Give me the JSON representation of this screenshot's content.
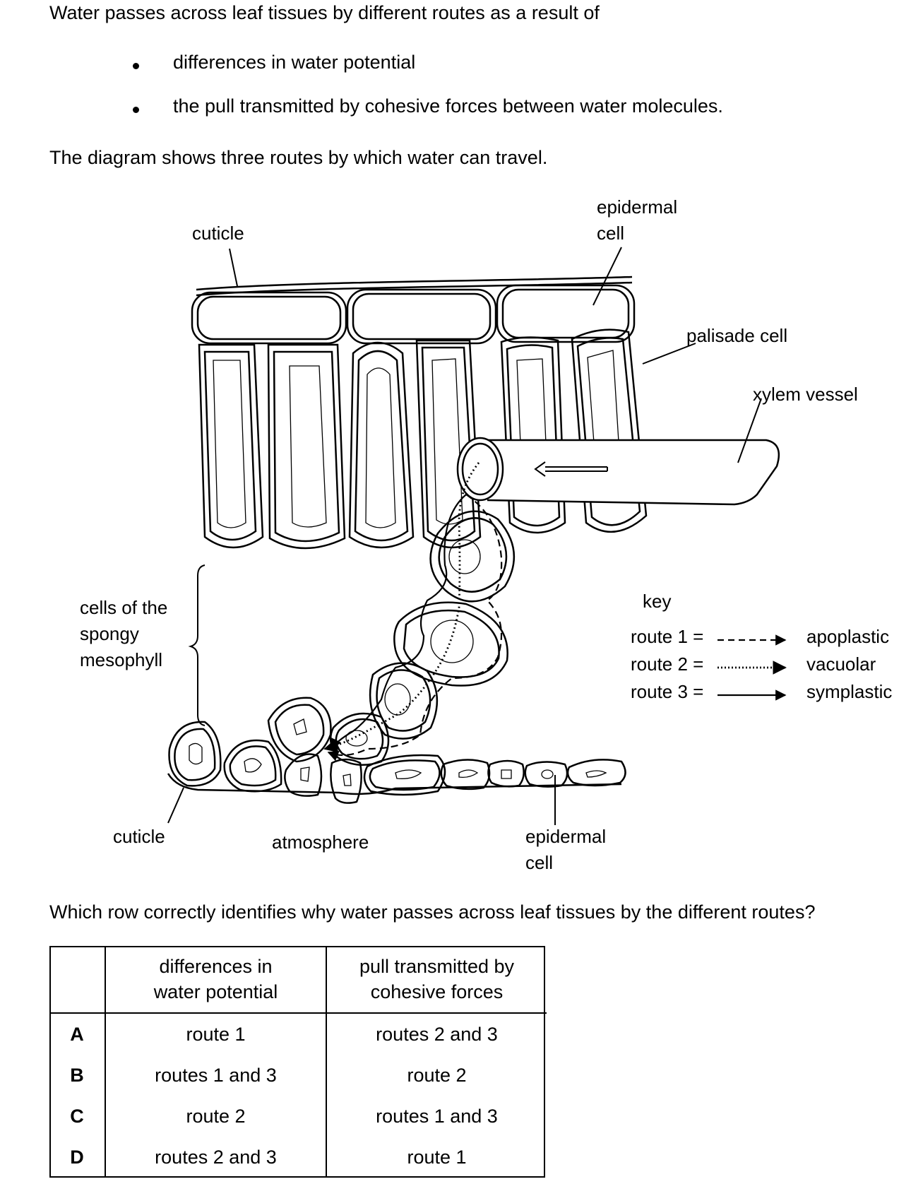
{
  "intro": {
    "lead": "Water passes across leaf tissues by different routes as a result of",
    "bullets": [
      "differences in water potential",
      "the pull transmitted by cohesive forces between water molecules."
    ],
    "diagram_caption": "The diagram shows three routes by which water can travel."
  },
  "diagram": {
    "labels": {
      "cuticle_top": "cuticle",
      "epidermal_top_1": "epidermal",
      "epidermal_top_2": "cell",
      "palisade": "palisade cell",
      "xylem": "xylem vessel",
      "spongy_1": "cells of the",
      "spongy_2": "spongy",
      "spongy_3": "mesophyll",
      "cuticle_bottom": "cuticle",
      "atmosphere": "atmosphere",
      "epidermal_bottom_1": "epidermal",
      "epidermal_bottom_2": "cell"
    },
    "key": {
      "title": "key",
      "routes": [
        {
          "label": "route 1 =",
          "name": "apoplastic",
          "style": "dashed"
        },
        {
          "label": "route 2 =",
          "name": "vacuolar",
          "style": "dotted"
        },
        {
          "label": "route 3 =",
          "name": "symplastic",
          "style": "solid"
        }
      ]
    }
  },
  "question": "Which row correctly identifies why water passes across leaf tissues by the different routes?",
  "table": {
    "headers": [
      "",
      "differences in\nwater potential",
      "pull transmitted by\ncohesive forces"
    ],
    "rows": [
      {
        "letter": "A",
        "water_potential": "route 1",
        "cohesive": "routes 2 and 3"
      },
      {
        "letter": "B",
        "water_potential": "routes 1 and 3",
        "cohesive": "route 2"
      },
      {
        "letter": "C",
        "water_potential": "route 2",
        "cohesive": "routes 1 and 3"
      },
      {
        "letter": "D",
        "water_potential": "routes 2 and 3",
        "cohesive": "route 1"
      }
    ]
  }
}
